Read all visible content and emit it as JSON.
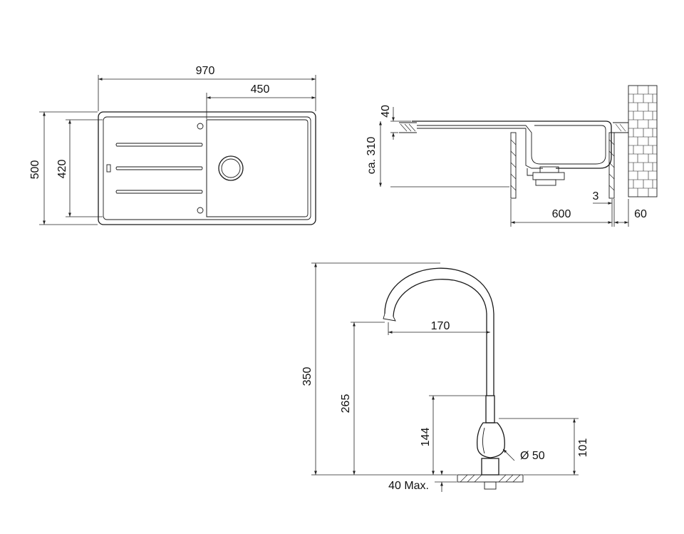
{
  "sink_top_view": {
    "overall_width": "970",
    "bowl_width": "450",
    "overall_depth": "500",
    "inner_depth": "420"
  },
  "sink_side_view": {
    "rim_height": "40",
    "total_depth": "ca. 310",
    "cabinet_width": "600",
    "wall_gap": "3",
    "wall_offset": "60"
  },
  "faucet_view": {
    "total_height": "350",
    "spout_height": "265",
    "spout_reach": "170",
    "lever_height": "144",
    "body_height": "101",
    "diameter": "Ø 50",
    "max_thickness": "40 Max."
  }
}
